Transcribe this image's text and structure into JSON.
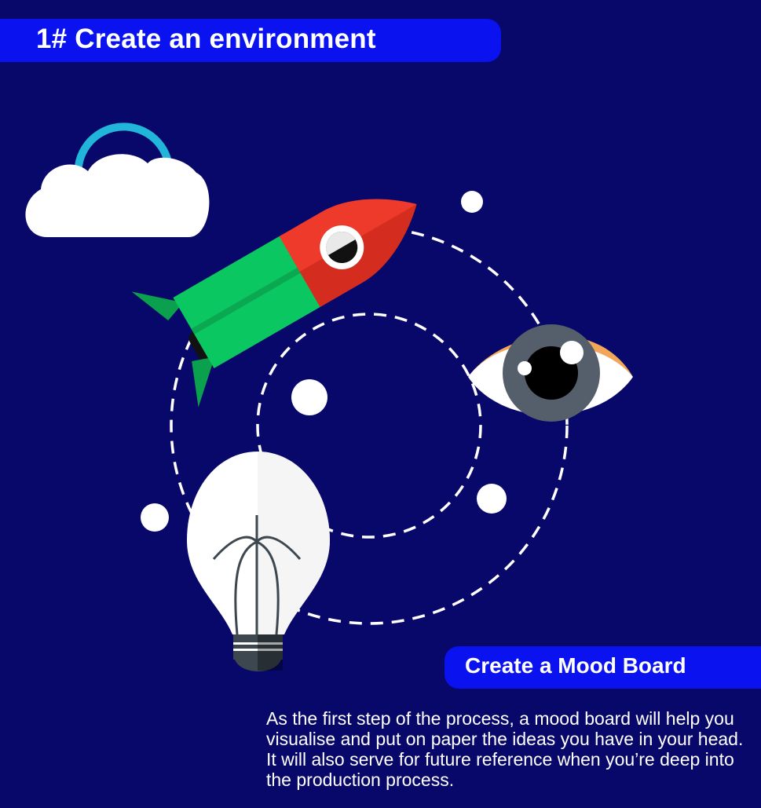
{
  "header": {
    "title": "1# Create an environment"
  },
  "section": {
    "title": "Create a Mood Board",
    "description": "As the first step of the process, a mood board will help you visualise and put on paper the ideas you have in your head. It will also serve for future reference when you’re deep into the production process."
  },
  "illustration": {
    "icons": [
      "cloud-icon",
      "rocket-icon",
      "eye-icon",
      "lightbulb-icon"
    ],
    "colors": {
      "background": "#07086a",
      "banner": "#0a12f0",
      "cloud": "#ffffff",
      "cloud_arc": "#21b5d9",
      "rocket_body": "#0bc762",
      "rocket_fin": "#0aa04e",
      "rocket_nose": "#ee3a2a",
      "eye_iris": "#555f6b",
      "eye_lid": "#f2a65a"
    }
  }
}
